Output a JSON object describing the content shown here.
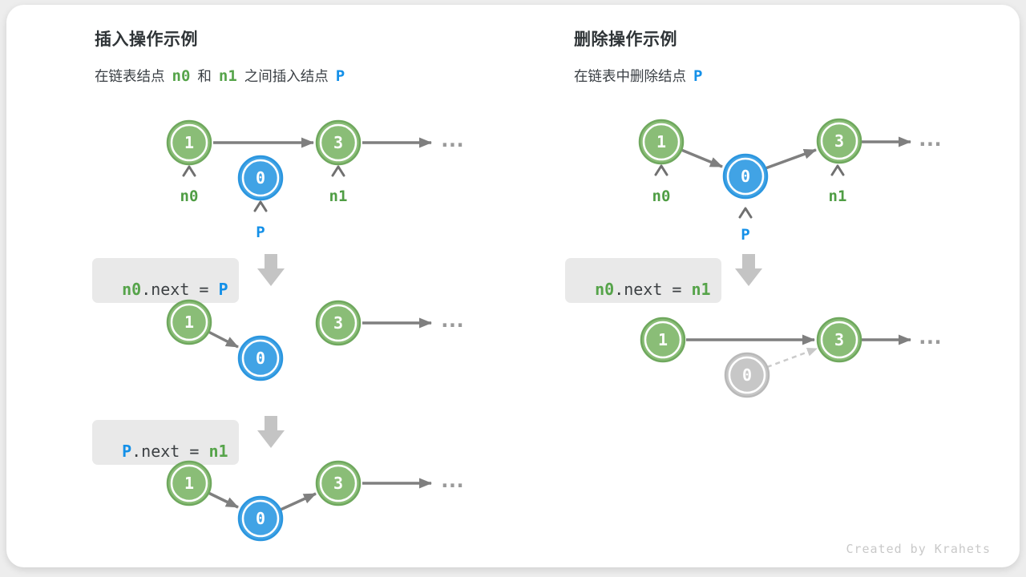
{
  "colors": {
    "node_green": "#8abd77",
    "node_green_border": "#6fa85e",
    "node_blue": "#41a3e5",
    "node_blue_border": "#2b96df",
    "node_gray": "#c7c7c7",
    "arrow_gray": "#7f7f7f",
    "text_green": "#56a44a",
    "text_blue": "#1490e8",
    "chip_bg": "#e9e9e9"
  },
  "shared": {
    "node_values": {
      "one": "1",
      "zero": "0",
      "three": "3"
    },
    "pointer_labels": {
      "n0": "n0",
      "n1": "n1",
      "p": "P"
    },
    "ellipsis": "..."
  },
  "insert": {
    "title": "插入操作示例",
    "subtitle": {
      "pre": "在链表结点",
      "n0": "n0",
      "and": "和",
      "n1": "n1",
      "post": "之间插入结点",
      "p": "P"
    },
    "code_step1": {
      "head": "n0",
      "body": ".next = ",
      "tail": "P"
    },
    "code_step2": {
      "head": "P",
      "body": ".next = ",
      "tail": "n1"
    }
  },
  "delete": {
    "title": "删除操作示例",
    "subtitle": {
      "pre": "在链表中删除结点",
      "p": "P"
    },
    "code_step1": {
      "head": "n0",
      "body": ".next = ",
      "tail": "n1"
    }
  },
  "footer": {
    "credit": "Created by Krahets"
  }
}
